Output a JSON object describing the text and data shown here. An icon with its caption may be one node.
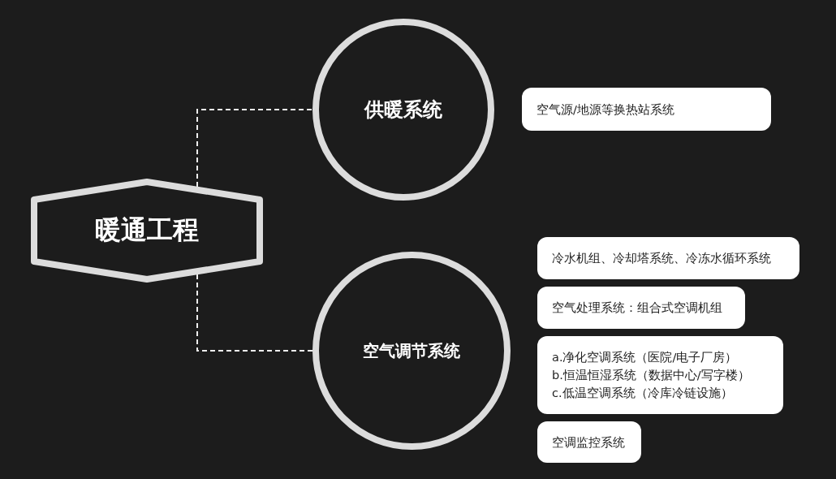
{
  "diagram": {
    "nodes": [
      {
        "text": [
          "暖通工程"
        ]
      },
      {
        "text": [
          "供暖系统"
        ]
      },
      {
        "text": [
          "空气调节系统"
        ]
      },
      {
        "text": [
          "空气源/地源等换热站系统"
        ]
      },
      {
        "text": [
          "冷水机组、冷却塔系统、冷冻水循环系统"
        ]
      },
      {
        "text": [
          "空气处理系统：组合式空调机组"
        ]
      },
      {
        "text": [
          "a.净化空调系统（医院/电子厂房）",
          "b.恒温恒湿系统（数据中心/写字楼）",
          "c.低温空调系统（冷库冷链设施）"
        ]
      },
      {
        "text": [
          "空调监控系统"
        ]
      }
    ],
    "edges": [
      {
        "from": 0,
        "to": 1,
        "arrow": "none",
        "style": "dashed"
      },
      {
        "from": 0,
        "to": 2,
        "arrow": "none",
        "style": "dashed"
      }
    ]
  }
}
